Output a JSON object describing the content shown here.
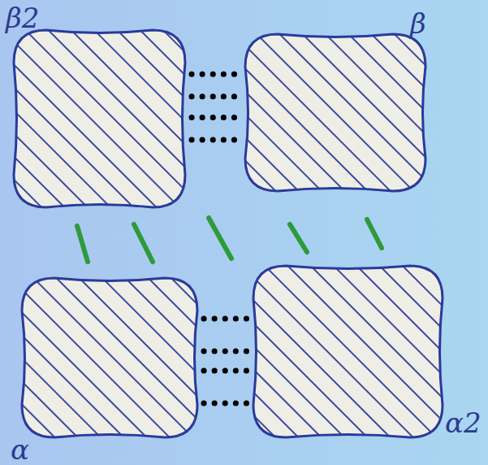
{
  "diagram": {
    "nodes": [
      {
        "text": [
          "β2"
        ]
      },
      {
        "text": [
          "β"
        ]
      },
      {
        "text": [
          "α"
        ]
      },
      {
        "text": [
          "α2"
        ]
      }
    ],
    "edges": [
      {
        "from": 0,
        "to": 1,
        "arrow": "none"
      },
      {
        "from": 2,
        "to": 3,
        "arrow": "none"
      }
    ]
  }
}
